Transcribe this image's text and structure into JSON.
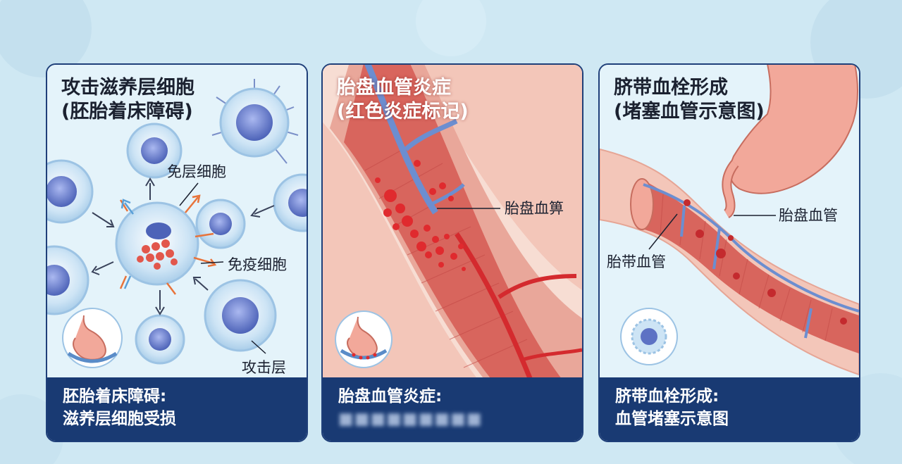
{
  "panels": [
    {
      "title_line1": "攻击滋养层细胞",
      "title_line2": "(胚胎着床障碍)",
      "labels": {
        "immune_layer": "免层细胞",
        "immune_cell": "免疫细胞",
        "attack_layer": "攻击层"
      },
      "footer_line1": "胚胎着床障碍:",
      "footer_line2": "滋养层细胞受损"
    },
    {
      "title_line1": "胎盘血管炎症",
      "title_line2": "(红色炎症标记)",
      "labels": {
        "placental_vessel": "胎盘血箅"
      },
      "footer_line1": "胎盘血管炎症:",
      "footer_line2": "■■■■■■■■■"
    },
    {
      "title_line1": "脐带血栓形成",
      "title_line2": "(堵塞血管示意图)",
      "labels": {
        "placental_vessel": "胎盘血管",
        "umbilical_vessel": "胎带血管"
      },
      "footer_line1": "脐带血栓形成:",
      "footer_line2": "血管堵塞示意图"
    }
  ],
  "colors": {
    "panel_border": "#1f3f79",
    "footer_bg": "#193a73",
    "cell_blue": "#6f86d4",
    "vessel_red": "#e0464a",
    "tissue_pink": "#f2a89a"
  },
  "icons": [
    "stomach-icon",
    "stomach-inflamed-icon",
    "immune-cell-icon"
  ]
}
